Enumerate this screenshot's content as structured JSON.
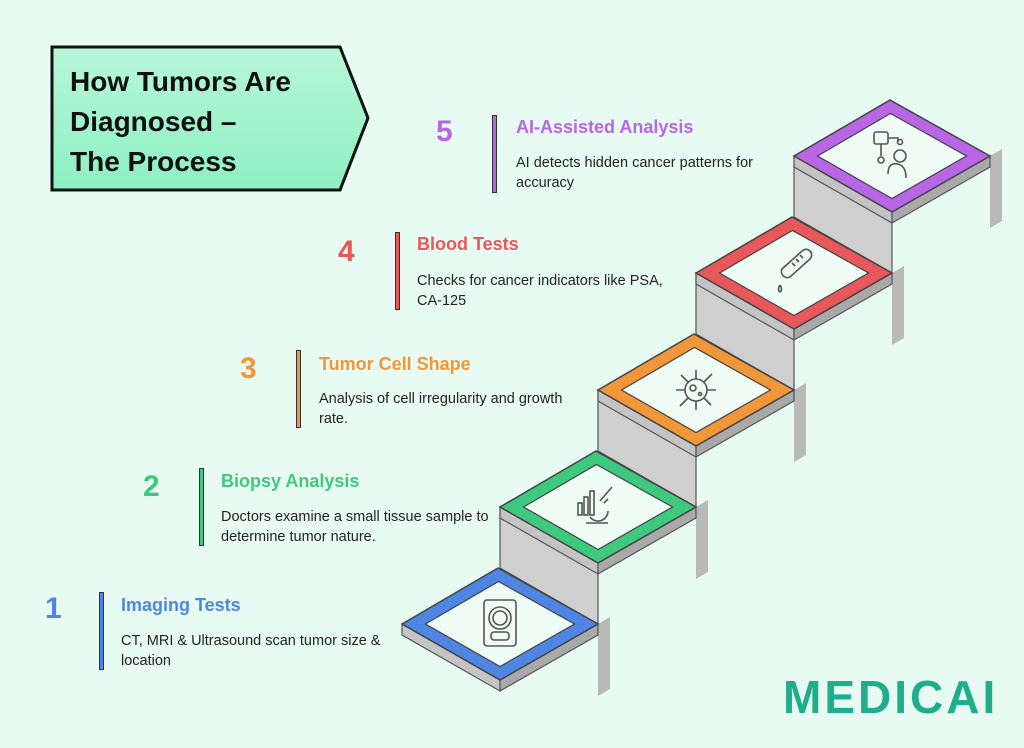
{
  "title": {
    "line1": "How Tumors Are",
    "line2": "Diagnosed –",
    "line3": "The Process"
  },
  "steps": [
    {
      "number": "1",
      "title": "Imaging Tests",
      "desc": "CT, MRI & Ultrasound scan tumor size & location",
      "color": "#4f86e3",
      "icon": "mri-scanner-icon"
    },
    {
      "number": "2",
      "title": "Biopsy Analysis",
      "desc": "Doctors examine a small tissue sample to determine tumor nature.",
      "color": "#3ec97e",
      "icon": "microscope-icon"
    },
    {
      "number": "3",
      "title": "Tumor Cell Shape",
      "desc": "Analysis of cell irregularity and growth rate.",
      "color": "#f0973a",
      "icon": "cell-icon"
    },
    {
      "number": "4",
      "title": "Blood Tests",
      "desc": "Checks for cancer indicators like PSA, CA-125",
      "color": "#e8585a",
      "icon": "test-tube-icon"
    },
    {
      "number": "5",
      "title": "AI-Assisted Analysis",
      "desc": "AI detects hidden cancer patterns for accuracy",
      "color": "#b866e6",
      "icon": "ai-robot-icon"
    }
  ],
  "logo": "MEDICAI"
}
